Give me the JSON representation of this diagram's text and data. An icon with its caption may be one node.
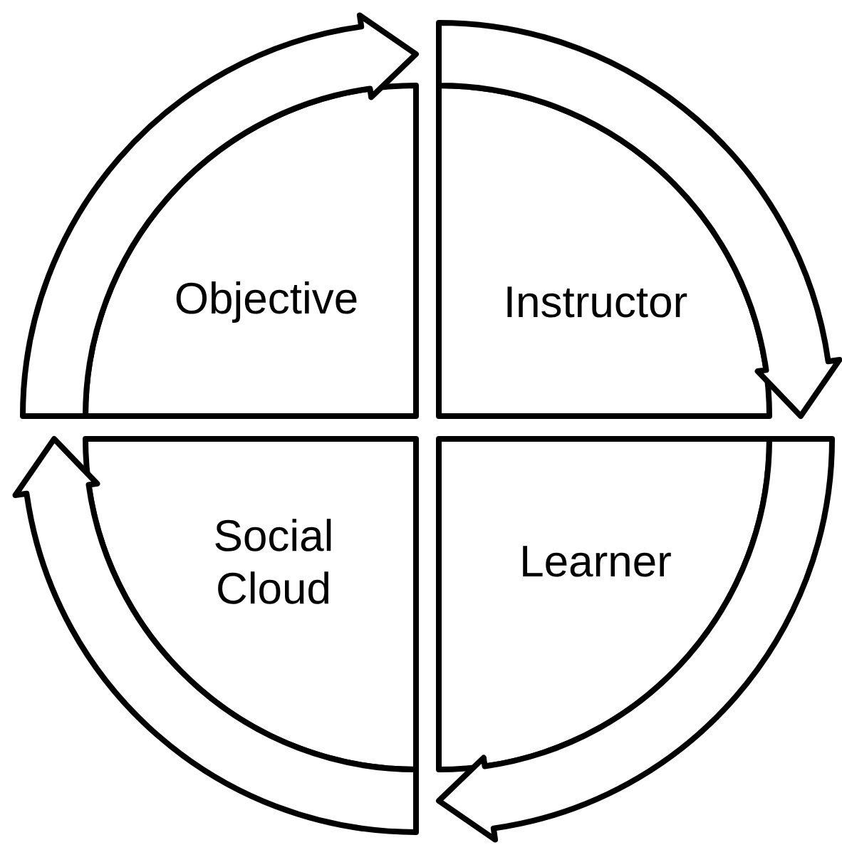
{
  "diagram": {
    "nodes": [
      {
        "text": [
          "Objective"
        ]
      },
      {
        "text": [
          "Instructor"
        ]
      },
      {
        "text": [
          "Learner"
        ]
      },
      {
        "text": [
          "Social Cloud"
        ]
      }
    ],
    "edges": [
      {
        "from": 0,
        "to": 1,
        "arrow": "to"
      },
      {
        "from": 1,
        "to": 2,
        "arrow": "to"
      },
      {
        "from": 2,
        "to": 3,
        "arrow": "to"
      },
      {
        "from": 3,
        "to": 0,
        "arrow": "to"
      }
    ]
  }
}
